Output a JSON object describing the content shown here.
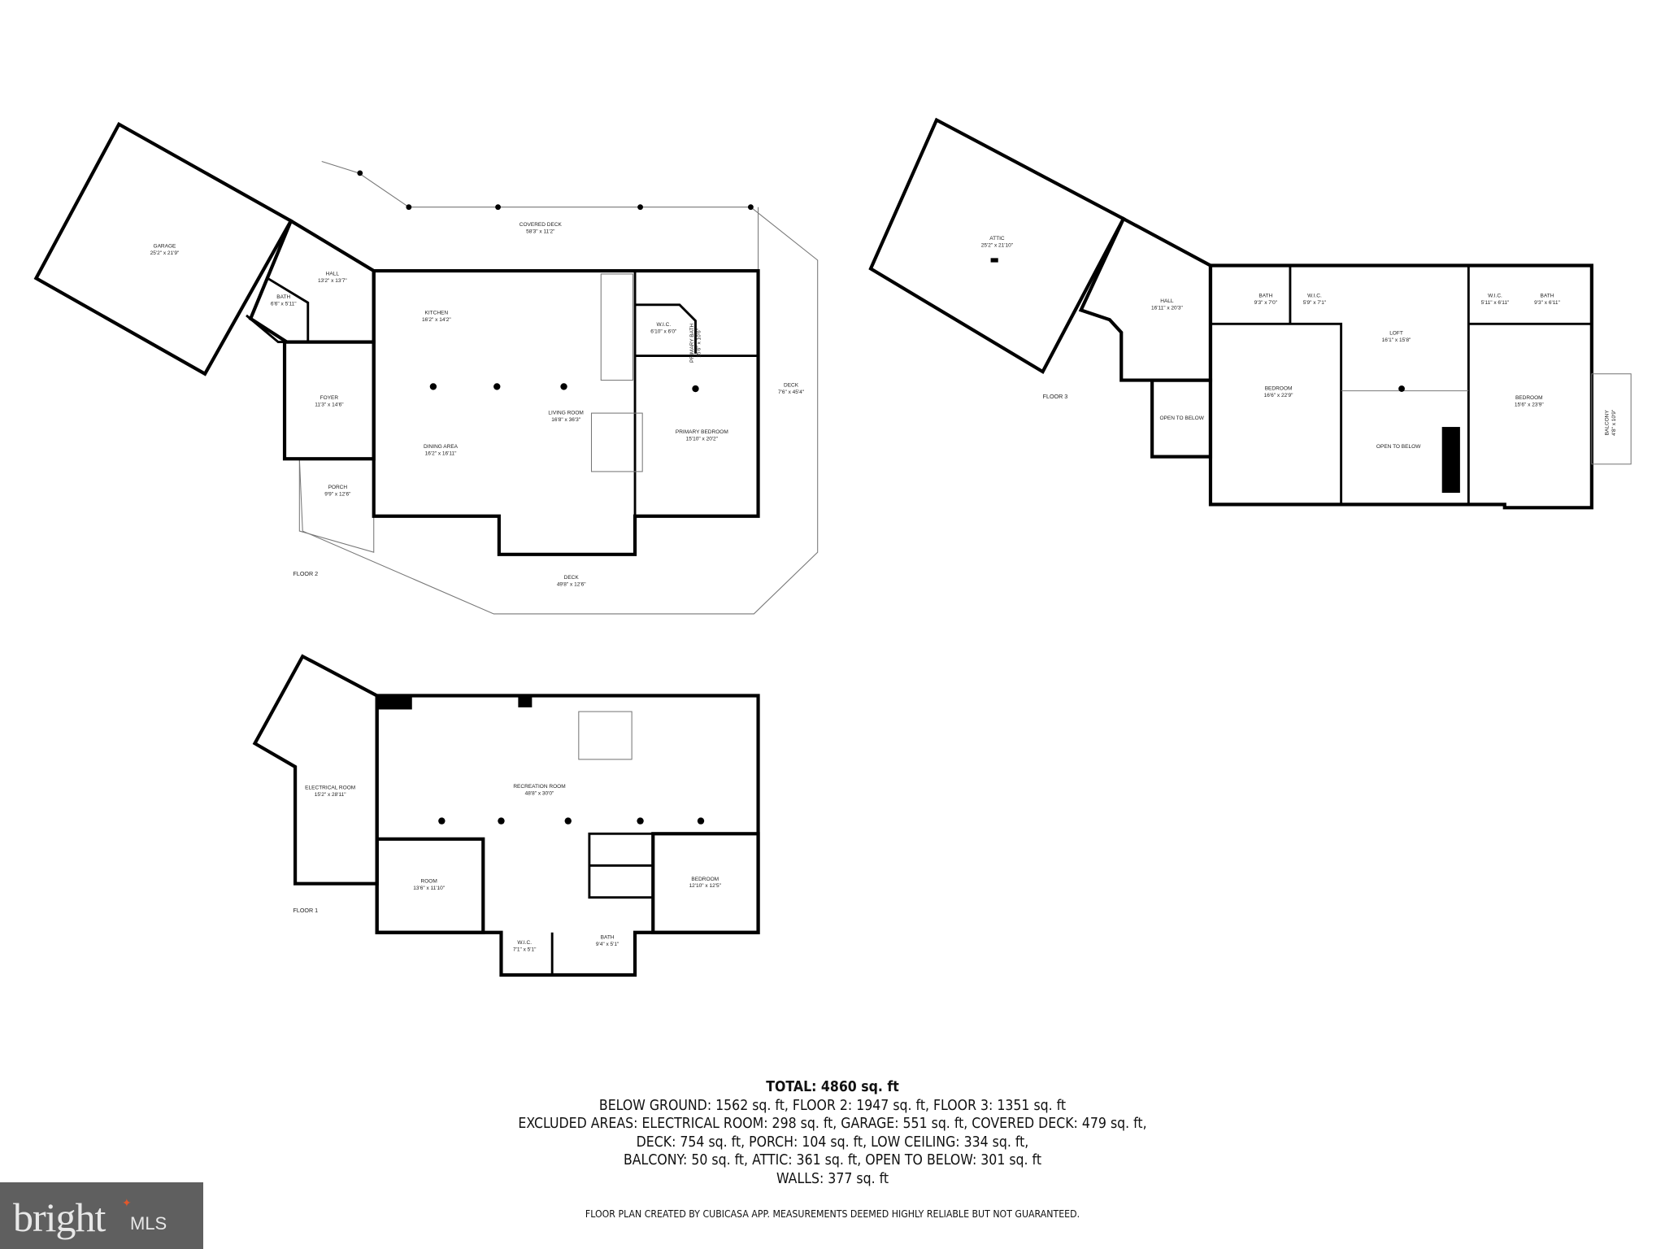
{
  "floors": {
    "floor2": {
      "label": "FLOOR 2",
      "rooms": [
        {
          "name": "GARAGE",
          "dims": "25'2\" x 21'9\""
        },
        {
          "name": "COVERED DECK",
          "dims": "58'3\" x 11'2\""
        },
        {
          "name": "HALL",
          "dims": "13'2\" x 13'7\""
        },
        {
          "name": "BATH",
          "dims": "6'6\" x 5'11\""
        },
        {
          "name": "KITCHEN",
          "dims": "16'2\" x 14'2\""
        },
        {
          "name": "W.I.C.",
          "dims": "6'10\" x 6'0\""
        },
        {
          "name": "DINING AREA",
          "dims": "16'2\" x 16'11\""
        },
        {
          "name": "LIVING ROOM",
          "dims": "16'8\" x 36'3\""
        },
        {
          "name": "PRIMARY BEDROOM",
          "dims": "15'10\" x 20'2\""
        },
        {
          "name": "FOYER",
          "dims": "11'3\" x 14'6\""
        },
        {
          "name": "PORCH",
          "dims": "9'9\" x 12'6\""
        },
        {
          "name": "DECK",
          "dims": "7'6\" x 45'4\""
        },
        {
          "name": "DECK",
          "dims": "49'8\" x 12'6\""
        },
        {
          "name": "PRIMARY BATH",
          "dims": "15'6\" x 10'6\""
        }
      ]
    },
    "floor3": {
      "label": "FLOOR 3",
      "rooms": [
        {
          "name": "ATTIC",
          "dims": "25'2\" x 21'10\""
        },
        {
          "name": "HALL",
          "dims": "16'11\" x 20'3\""
        },
        {
          "name": "BATH",
          "dims": "9'3\" x 7'0\""
        },
        {
          "name": "W.I.C.",
          "dims": "5'9\" x 7'1\""
        },
        {
          "name": "LOFT",
          "dims": "16'1\" x 15'8\""
        },
        {
          "name": "W.I.C.",
          "dims": "5'11\" x 6'11\""
        },
        {
          "name": "BATH",
          "dims": "9'3\" x 6'11\""
        },
        {
          "name": "BEDROOM",
          "dims": "16'6\" x 22'9\""
        },
        {
          "name": "BEDROOM",
          "dims": "15'6\" x 23'9\""
        },
        {
          "name": "OPEN TO BELOW",
          "dims": ""
        },
        {
          "name": "OPEN TO BELOW",
          "dims": ""
        },
        {
          "name": "BALCONY",
          "dims": "4'8\" x 10'9\""
        }
      ]
    },
    "floor1": {
      "label": "FLOOR 1",
      "rooms": [
        {
          "name": "ELECTRICAL ROOM",
          "dims": "15'2\" x 28'11\""
        },
        {
          "name": "RECREATION ROOM",
          "dims": "48'8\" x 30'0\""
        },
        {
          "name": "ROOM",
          "dims": "13'6\" x 11'10\""
        },
        {
          "name": "BEDROOM",
          "dims": "12'10\" x 12'5\""
        },
        {
          "name": "W.I.C.",
          "dims": "7'1\" x 5'1\""
        },
        {
          "name": "BATH",
          "dims": "9'4\" x 5'1\""
        }
      ]
    }
  },
  "summary": {
    "total": "TOTAL: 4860 sq. ft",
    "lines": [
      "BELOW GROUND: 1562 sq. ft, FLOOR 2: 1947 sq. ft, FLOOR 3: 1351 sq. ft",
      "EXCLUDED AREAS: ELECTRICAL ROOM: 298 sq. ft, GARAGE: 551 sq. ft, COVERED DECK: 479 sq. ft,",
      "DECK: 754 sq. ft, PORCH: 104 sq. ft, LOW CEILING: 334 sq. ft,",
      "BALCONY: 50 sq. ft, ATTIC: 361 sq. ft, OPEN TO BELOW: 301 sq. ft",
      "WALLS: 377 sq. ft"
    ],
    "footer": "FLOOR PLAN CREATED BY CUBICASA APP. MEASUREMENTS DEEMED HIGHLY RELIABLE BUT NOT GUARANTEED."
  },
  "logo": {
    "text": "bright MLS",
    "accent_color": "#e2572b",
    "background": "#5f5f5f"
  }
}
